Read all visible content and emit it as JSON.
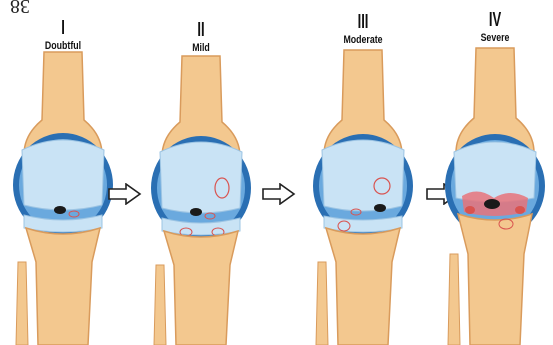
{
  "corner_text": "38",
  "stages": [
    {
      "roman": "I",
      "label": "Doubtful"
    },
    {
      "roman": "II",
      "label": "Mild"
    },
    {
      "roman": "III",
      "label": "Moderate"
    },
    {
      "roman": "IV",
      "label": "Severe"
    }
  ],
  "colors": {
    "bone": "#f3c88f",
    "bone_shade": "#d99b5c",
    "cartilage": "#c9e3f5",
    "capsule": "#2a6fb3",
    "capsule_light": "#6aa9de",
    "lesion": "#d9534f"
  }
}
